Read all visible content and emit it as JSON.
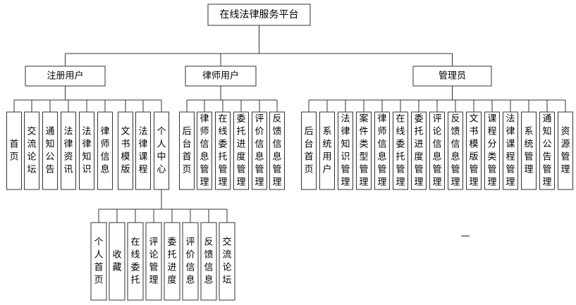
{
  "root": "在线法律服务平台",
  "groups": [
    {
      "label": "注册用户",
      "children": [
        "首页",
        "交流论坛",
        "通知公告",
        "法律资讯",
        "法律知识",
        "律师信息",
        "文书模版",
        "法律课程",
        "个人中心"
      ]
    },
    {
      "label": "律师用户",
      "children": [
        "后台首页",
        "律师信息管理",
        "在线委托管理",
        "委托进度管理",
        "评价信息管理",
        "反馈信息管理"
      ]
    },
    {
      "label": "管理员",
      "children": [
        "后台首页",
        "系统用户",
        "法律知识管理",
        "案件类型管理",
        "律师信息管理",
        "在线委托管理",
        "委托进度管理",
        "评论信息管理",
        "反馈信息管理",
        "文书模版管理",
        "课程分类管理",
        "法律课程管理",
        "系统管理",
        "通知公告管理",
        "资源管理"
      ]
    }
  ],
  "sub": {
    "parent": "个人中心",
    "children": [
      "个人首页",
      "收藏",
      "在线委托",
      "评论管理",
      "委托进度",
      "评价信息",
      "反馈信息",
      "交流论坛"
    ]
  },
  "stray_mark": "—"
}
